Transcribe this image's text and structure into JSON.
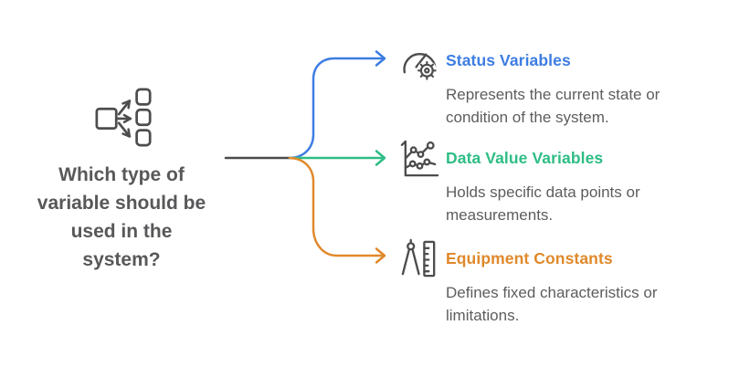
{
  "diagram": {
    "question": {
      "text": "Which type of\nvariable should be\nused in the\nsystem?",
      "icon": "branch-icon"
    },
    "branches": [
      {
        "id": "status-variables",
        "icon": "gauge-gear-icon",
        "title": "Status Variables",
        "description": "Represents the current state or condition of the system.",
        "color": "#3d7de2"
      },
      {
        "id": "data-value-variables",
        "icon": "line-chart-icon",
        "title": "Data Value Variables",
        "description": "Holds specific data points or measurements.",
        "color": "#2ebd85"
      },
      {
        "id": "equipment-constants",
        "icon": "compass-ruler-icon",
        "title": "Equipment Constants",
        "description": "Defines fixed characteristics or limitations.",
        "color": "#e0892b"
      }
    ],
    "colors": {
      "connector_stem": "#4a4a4a",
      "blue": "#3d7de2",
      "green": "#2ebd85",
      "orange": "#e0892b",
      "question_text": "#58585a",
      "description_text": "#5c5d5f",
      "icon_stroke": "#4d4d4e",
      "background": "#ffffff"
    }
  }
}
